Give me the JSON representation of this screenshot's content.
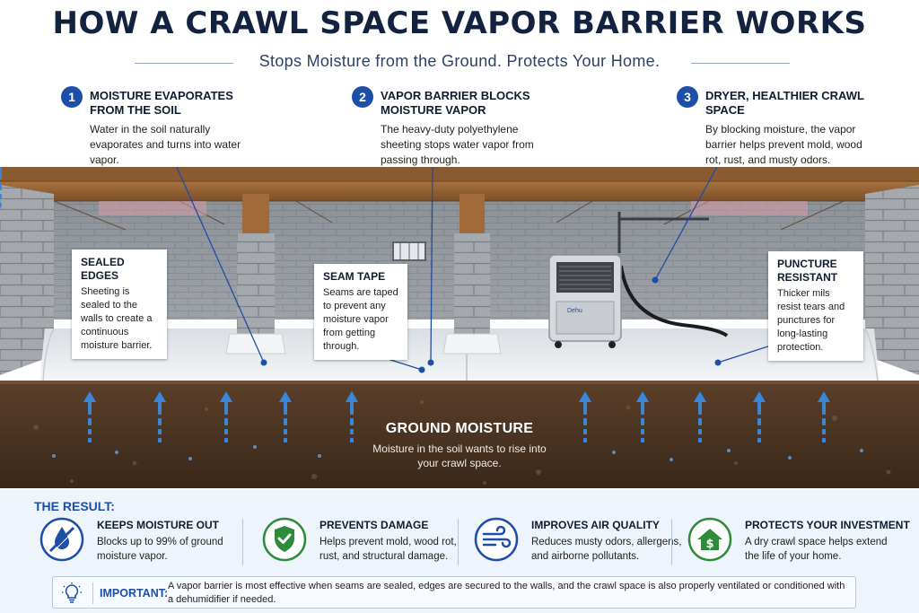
{
  "header": {
    "title": "HOW A CRAWL SPACE VAPOR BARRIER WORKS",
    "subtitle": "Stops Moisture from the Ground. Protects Your Home."
  },
  "steps": [
    {
      "number": "1",
      "title": "MOISTURE EVAPORATES FROM THE SOIL",
      "text": "Water in the soil naturally evaporates and turns into water vapor."
    },
    {
      "number": "2",
      "title": "VAPOR BARRIER BLOCKS MOISTURE VAPOR",
      "text": "The heavy-duty polyethylene sheeting stops water vapor from passing through."
    },
    {
      "number": "3",
      "title": "DRYER, HEALTHIER CRAWL SPACE",
      "text": "By blocking moisture, the vapor barrier helps prevent mold, wood rot, rust, and musty odors."
    }
  ],
  "callouts": {
    "sealed_edges": {
      "title": "SEALED EDGES",
      "text": "Sheeting is sealed to the walls to create a continuous moisture barrier."
    },
    "seam_tape": {
      "title": "SEAM TAPE",
      "text": "Seams are taped to prevent any moisture vapor from getting through."
    },
    "puncture": {
      "title": "PUNCTURE RESISTANT",
      "text": "Thicker mils resist tears and punctures for long-lasting protection."
    }
  },
  "ground": {
    "title": "GROUND MOISTURE",
    "text": "Moisture in the soil wants to rise into your crawl space."
  },
  "dehumidifier_label": "Dehu",
  "result": {
    "label": "THE RESULT:",
    "benefits": [
      {
        "title": "KEEPS MOISTURE OUT",
        "text": "Blocks up to 99% of ground moisture vapor.",
        "icon": "water-drop-slash-icon"
      },
      {
        "title": "PREVENTS DAMAGE",
        "text": "Helps prevent mold, wood rot, rust, and structural damage.",
        "icon": "shield-check-icon"
      },
      {
        "title": "IMPROVES AIR QUALITY",
        "text": "Reduces musty odors, allergens, and airborne pollutants.",
        "icon": "air-flow-icon"
      },
      {
        "title": "PROTECTS YOUR INVESTMENT",
        "text": "A dry crawl space helps extend the life of your home.",
        "icon": "house-dollar-icon"
      }
    ]
  },
  "important": {
    "label": "IMPORTANT:",
    "text": "A vapor barrier is most effective when seams are sealed, edges are secured to the walls, and the crawl space is also properly ventilated or conditioned with a dehumidifier if needed.",
    "icon": "lightbulb-icon"
  },
  "colors": {
    "navy": "#13233f",
    "accent_blue": "#1d4ea8",
    "arrow_blue": "#3a86d8",
    "green": "#2e8b3a",
    "soil": "#4a3424"
  }
}
